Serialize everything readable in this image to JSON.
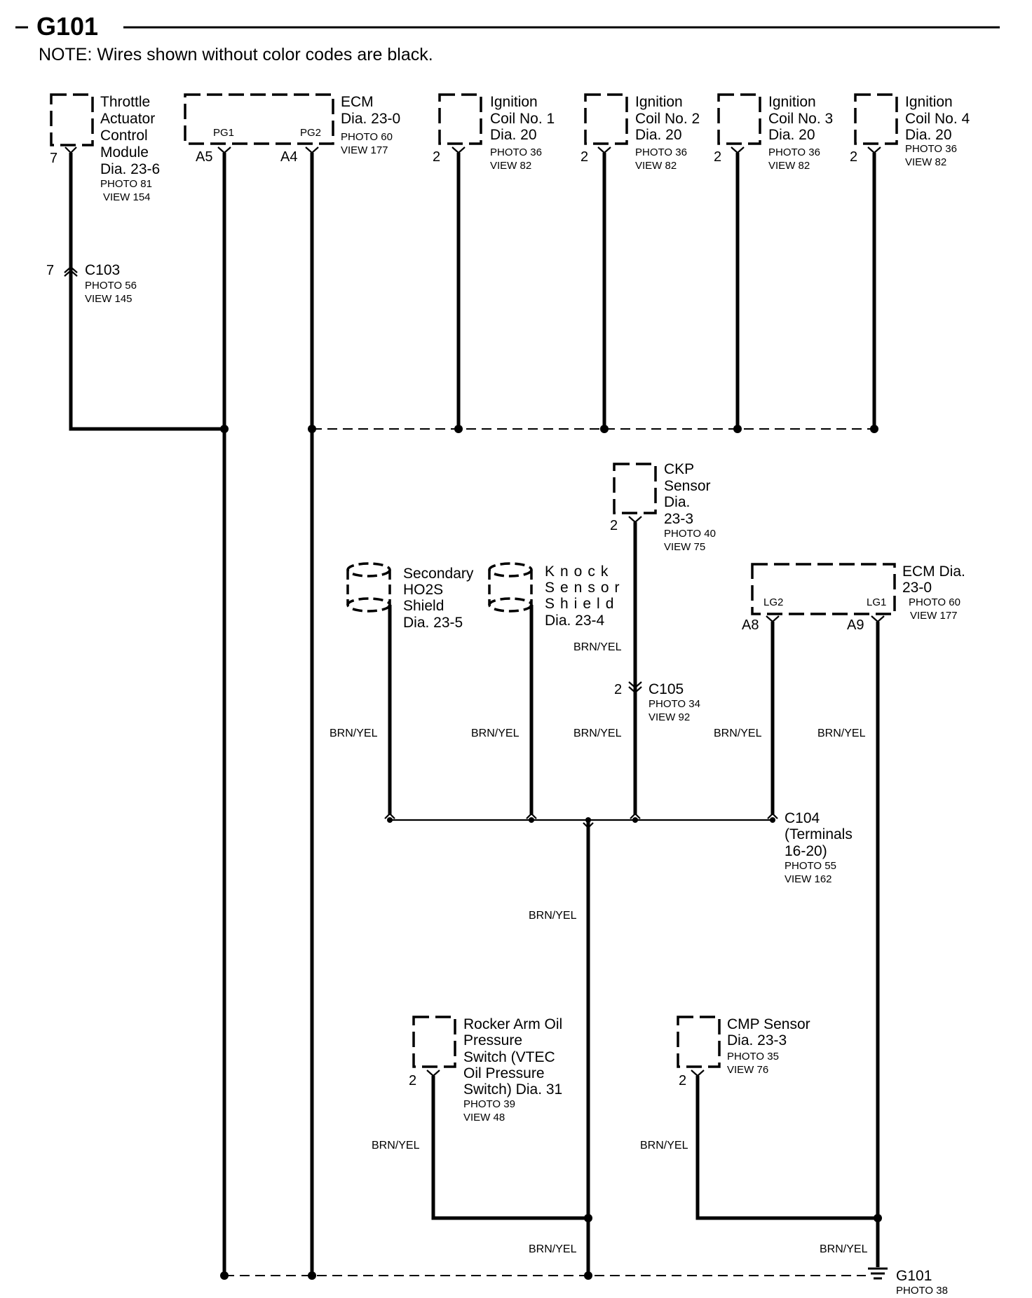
{
  "header": {
    "title": "G101",
    "note": "NOTE: Wires shown without color codes are black."
  },
  "components": {
    "throttle": {
      "lines": [
        "Throttle",
        "Actuator",
        "Control",
        "Module",
        "Dia. 23-6"
      ],
      "photo": "PHOTO 81",
      "view": "VIEW 154",
      "pin": "7"
    },
    "c103": {
      "name": "C103",
      "photo": "PHOTO 56",
      "view": "VIEW 145",
      "pin": "7"
    },
    "ecm_top": {
      "lines": [
        "ECM",
        "Dia. 23-0"
      ],
      "photo": "PHOTO 60",
      "view": "VIEW 177",
      "pg1": "PG1",
      "pg2": "PG2",
      "pin_a5": "A5",
      "pin_a4": "A4"
    },
    "coil1": {
      "lines": [
        "Ignition",
        "Coil No. 1",
        "Dia. 20"
      ],
      "photo": "PHOTO 36",
      "view": "VIEW 82",
      "pin": "2"
    },
    "coil2": {
      "lines": [
        "Ignition",
        "Coil No. 2",
        "Dia. 20"
      ],
      "photo": "PHOTO 36",
      "view": "VIEW 82",
      "pin": "2"
    },
    "coil3": {
      "lines": [
        "Ignition",
        "Coil No. 3",
        "Dia. 20"
      ],
      "photo": "PHOTO 36",
      "view": "VIEW 82",
      "pin": "2"
    },
    "coil4": {
      "lines": [
        "Ignition",
        "Coil No. 4",
        "Dia. 20"
      ],
      "photo": "PHOTO 36",
      "view": "VIEW 82",
      "pin": "2"
    },
    "ckp": {
      "lines": [
        "CKP",
        "Sensor",
        "Dia.",
        "23-3"
      ],
      "photo": "PHOTO 40",
      "view": "VIEW 75",
      "pin": "2"
    },
    "ho2s": {
      "lines": [
        "Secondary",
        "HO2S",
        "Shield",
        "Dia. 23-5"
      ]
    },
    "knock": {
      "lines": [
        "Knock",
        "Sensor",
        "Shield",
        "Dia. 23-4"
      ]
    },
    "ecm_bottom": {
      "lines": [
        "ECM Dia.",
        "23-0"
      ],
      "photo": "PHOTO 60",
      "view": "VIEW 177",
      "lg2": "LG2",
      "lg1": "LG1",
      "pin_a8": "A8",
      "pin_a9": "A9"
    },
    "c105": {
      "name": "C105",
      "photo": "PHOTO 34",
      "view": "VIEW 92",
      "pin": "2"
    },
    "c104": {
      "lines": [
        "C104",
        "(Terminals",
        "16-20)"
      ],
      "photo": "PHOTO 55",
      "view": "VIEW 162"
    },
    "rocker": {
      "lines": [
        "Rocker Arm Oil",
        "Pressure",
        "Switch (VTEC",
        "Oil Pressure",
        "Switch) Dia. 31"
      ],
      "photo": "PHOTO 39",
      "view": "VIEW 48",
      "pin": "2"
    },
    "cmp": {
      "lines": [
        "CMP Sensor",
        "Dia. 23-3"
      ],
      "photo": "PHOTO 35",
      "view": "VIEW 76",
      "pin": "2"
    },
    "g101": {
      "name": "G101",
      "photo": "PHOTO 38"
    }
  },
  "wire_color": "BRN/YEL"
}
